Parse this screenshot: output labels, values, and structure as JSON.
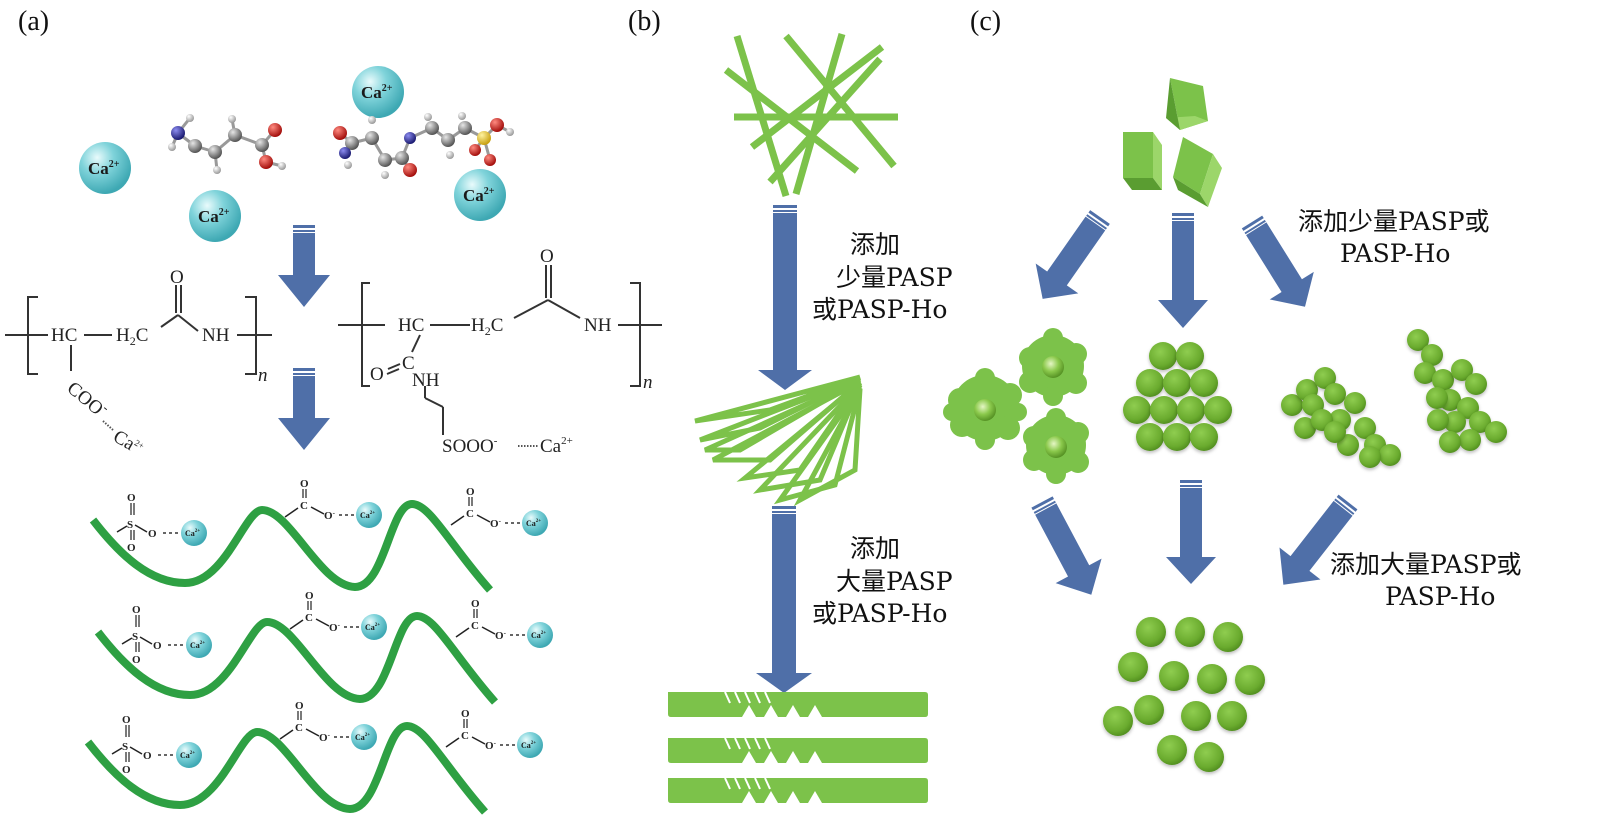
{
  "panels": {
    "a": {
      "label": "(a)",
      "ion_label": "Ca",
      "ion_charge": "2+",
      "polymer1": {
        "hc": "HC",
        "h2c_h": "H",
        "h2c_sub": "2",
        "h2c_c": "C",
        "o": "O",
        "nh": "NH",
        "n": "n",
        "side": "COO",
        "side_charge": "-",
        "side_ca": "Ca",
        "side_ca_charge": "2+"
      },
      "polymer2": {
        "hc": "HC",
        "h2c_h": "H",
        "h2c_sub": "2",
        "h2c_c": "C",
        "o": "O",
        "nh": "NH",
        "n": "n",
        "c": "C",
        "o_eq": "O",
        "nh_side": "NH",
        "sulfo": "SOOO",
        "sulfo_charge": "-",
        "ca": "Ca",
        "ca_charge": "2+"
      },
      "chain_groups": {
        "s": "S",
        "o": "O",
        "c": "C",
        "o_minus": "O",
        "minus": "-",
        "ca": "Ca",
        "ca_charge": "2+"
      }
    },
    "b": {
      "label": "(b)",
      "step1": {
        "line1": "添加",
        "line2": "少量PASP",
        "line3": "或PASP-Ho"
      },
      "step2": {
        "line1": "添加",
        "line2": "大量PASP",
        "line3": "或PASP-Ho"
      }
    },
    "c": {
      "label": "(c)",
      "step1": {
        "line1": "添加少量PASP或",
        "line2": "PASP-Ho"
      },
      "step2": {
        "line1": "添加大量PASP或",
        "line2": "PASP-Ho"
      }
    }
  },
  "colors": {
    "arrow": "#4f6fa8",
    "arrow_stripe": "#a9bde0",
    "ion": "#62c6cf",
    "chain": "#2ea043",
    "crystal": "#7cc24a",
    "crystal_dark": "#5a9d31",
    "crystal_light": "#9cd66a",
    "atom_c": "#8a8a8a",
    "atom_o": "#d2201d",
    "atom_n": "#2a2a9a",
    "atom_s": "#e8c828",
    "atom_h": "#d9d9d9"
  }
}
